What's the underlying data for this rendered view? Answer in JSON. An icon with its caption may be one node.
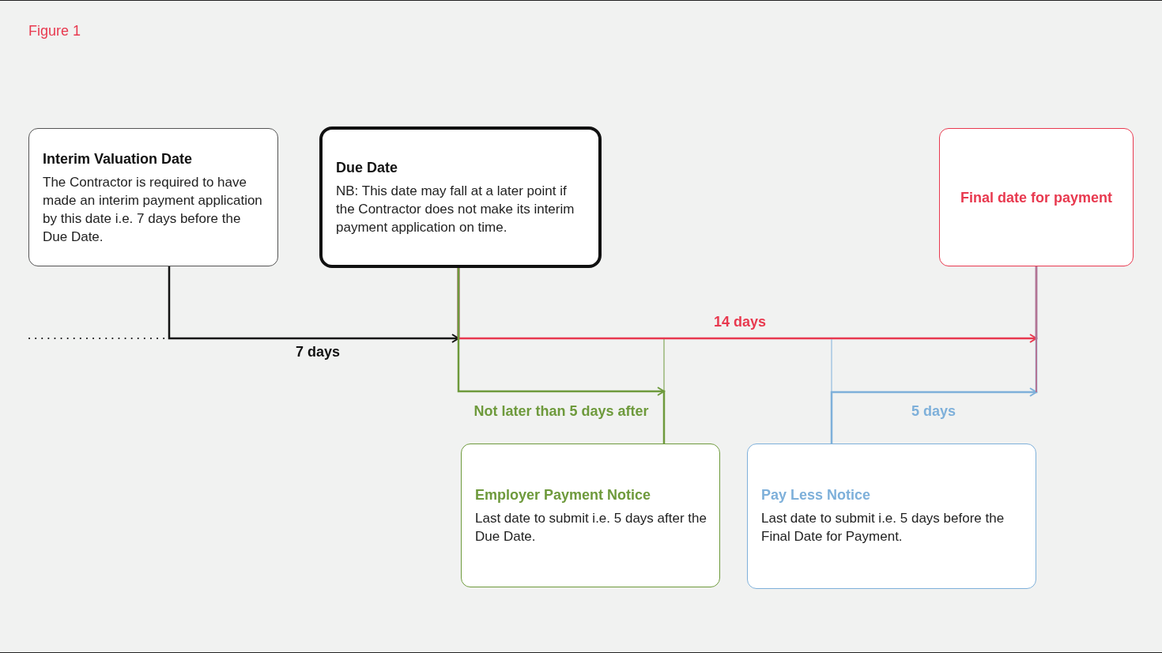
{
  "diagram": {
    "title": "Figure 1",
    "nodes": [
      {
        "text": [
          "Interim Valuation Date",
          "The Contractor is required to have made an interim payment application by this date i.e. 7 days before the Due Date."
        ]
      },
      {
        "text": [
          "Due Date",
          "NB: This date may fall at a later point if the Contractor does not make its interim payment application on time."
        ]
      },
      {
        "text": [
          "Final date for payment"
        ]
      },
      {
        "text": [
          "Employer Payment Notice",
          "Last date to submit i.e. 5 days after the Due Date."
        ]
      },
      {
        "text": [
          "Pay Less Notice",
          "Last date to submit i.e. 5 days before the Final Date for Payment."
        ]
      }
    ],
    "edges": [
      {
        "from": null,
        "to": 0,
        "arrow": "none",
        "style": "dashed"
      },
      {
        "from": 0,
        "to": 1,
        "arrow": "to",
        "label": "7 days"
      },
      {
        "from": 1,
        "to": 2,
        "arrow": "to",
        "label": "14 days",
        "color": "#e8394f"
      },
      {
        "from": 1,
        "to": 3,
        "arrow": "to",
        "label": "Not later than 5 days after",
        "color": "#6e9a3c"
      },
      {
        "from": 4,
        "to": 2,
        "arrow": "to",
        "label": "5 days",
        "color": "#7eb0da"
      },
      {
        "from": 2,
        "to": null,
        "arrow": "none",
        "color": "#e8394f"
      },
      {
        "from": 3,
        "to": null,
        "arrow": "none",
        "color": "#6e9a3c"
      },
      {
        "from": 4,
        "to": null,
        "arrow": "none",
        "color": "#7eb0da"
      }
    ]
  }
}
